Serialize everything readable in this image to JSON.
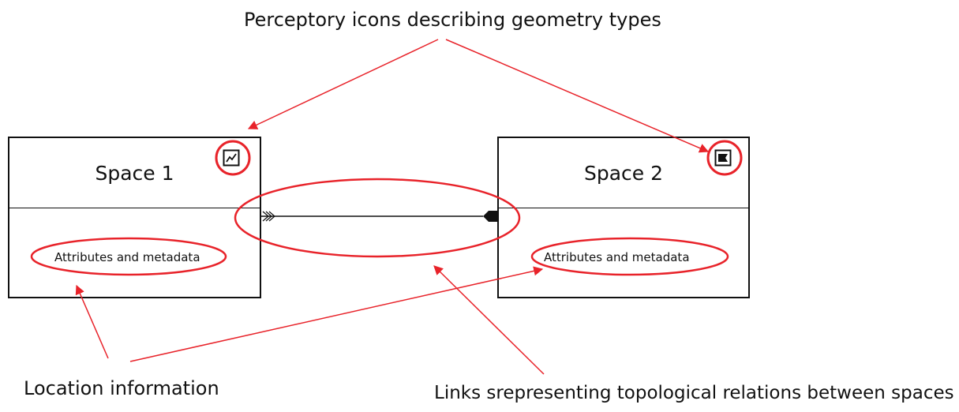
{
  "annotations": {
    "icons_caption": "Perceptory icons describing geometry types",
    "location_caption": "Location information",
    "links_caption": "Links srepresenting topological relations between spaces"
  },
  "spaces": [
    {
      "title": "Space 1",
      "body": "Attributes and metadata",
      "icon": "line-geometry-icon"
    },
    {
      "title": "Space 2",
      "body": "Attributes and metadata",
      "icon": "polygon-geometry-icon"
    }
  ],
  "colors": {
    "annotation": "#e8232a",
    "stroke": "#111111"
  }
}
